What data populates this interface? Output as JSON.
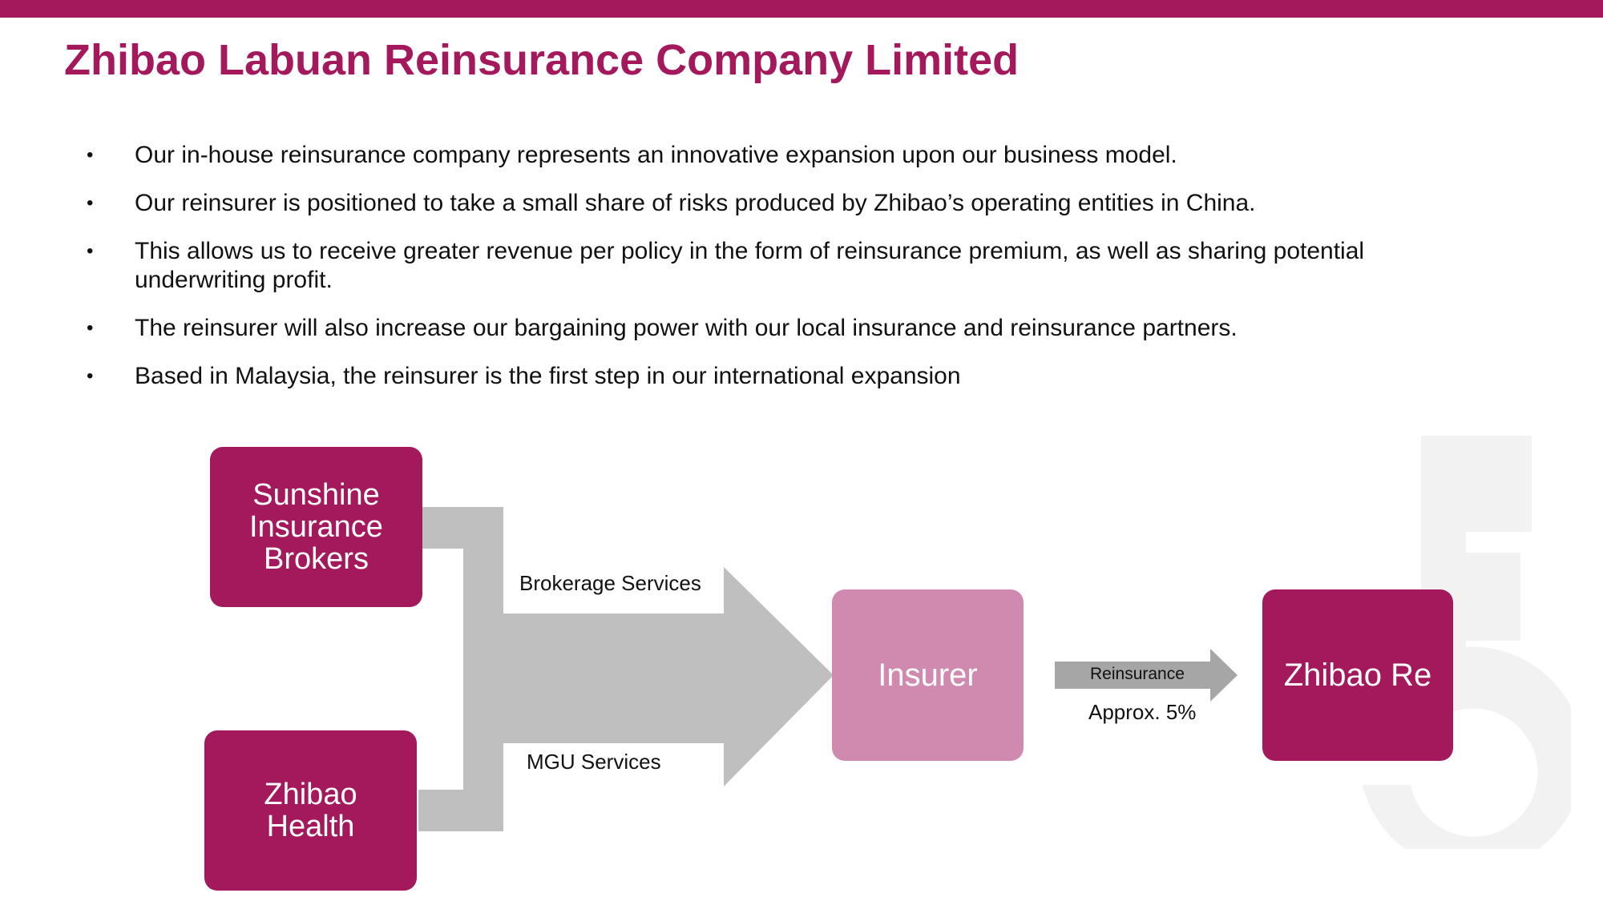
{
  "title": "Zhibao Labuan Reinsurance Company Limited",
  "bullets": [
    "Our in-house reinsurance company represents an innovative expansion upon our business model.",
    "Our reinsurer is positioned to take a small share of risks produced by Zhibao’s operating entities in China.",
    "This allows us to receive greater revenue per policy in the form of reinsurance premium, as well as sharing potential underwriting profit.",
    "The reinsurer will also increase our bargaining power with our local insurance and reinsurance partners.",
    "Based in Malaysia, the reinsurer is the first step in our international expansion"
  ],
  "bullet_symbol": "•",
  "diagram": {
    "nodes": {
      "sunshine": "Sunshine Insurance Brokers",
      "health": "Zhibao Health",
      "insurer": "Insurer",
      "zhibao_re": "Zhibao Re"
    },
    "edges": {
      "brokerage": "Brokerage Services",
      "mgu": "MGU Services",
      "reinsurance": "Reinsurance",
      "share": "Approx. 5%"
    }
  },
  "colors": {
    "brand": "#a3195b",
    "insurer_box": "#d18aaf",
    "arrow": "#bfbfbf",
    "reinsurance_arrow": "#a6a6a6",
    "watermark": "#f2f2f2"
  },
  "icons": {
    "watermark": "company-logo-watermark"
  }
}
